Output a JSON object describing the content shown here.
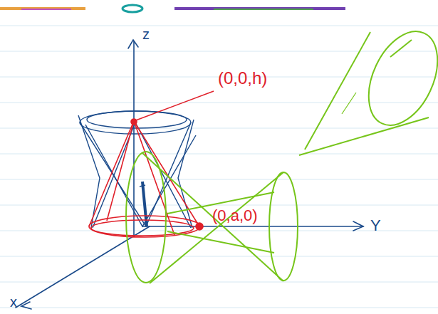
{
  "diagram": {
    "labels": [
      "(0,0,h)",
      "(0,a,0)",
      "z",
      "Y",
      "x"
    ]
  }
}
